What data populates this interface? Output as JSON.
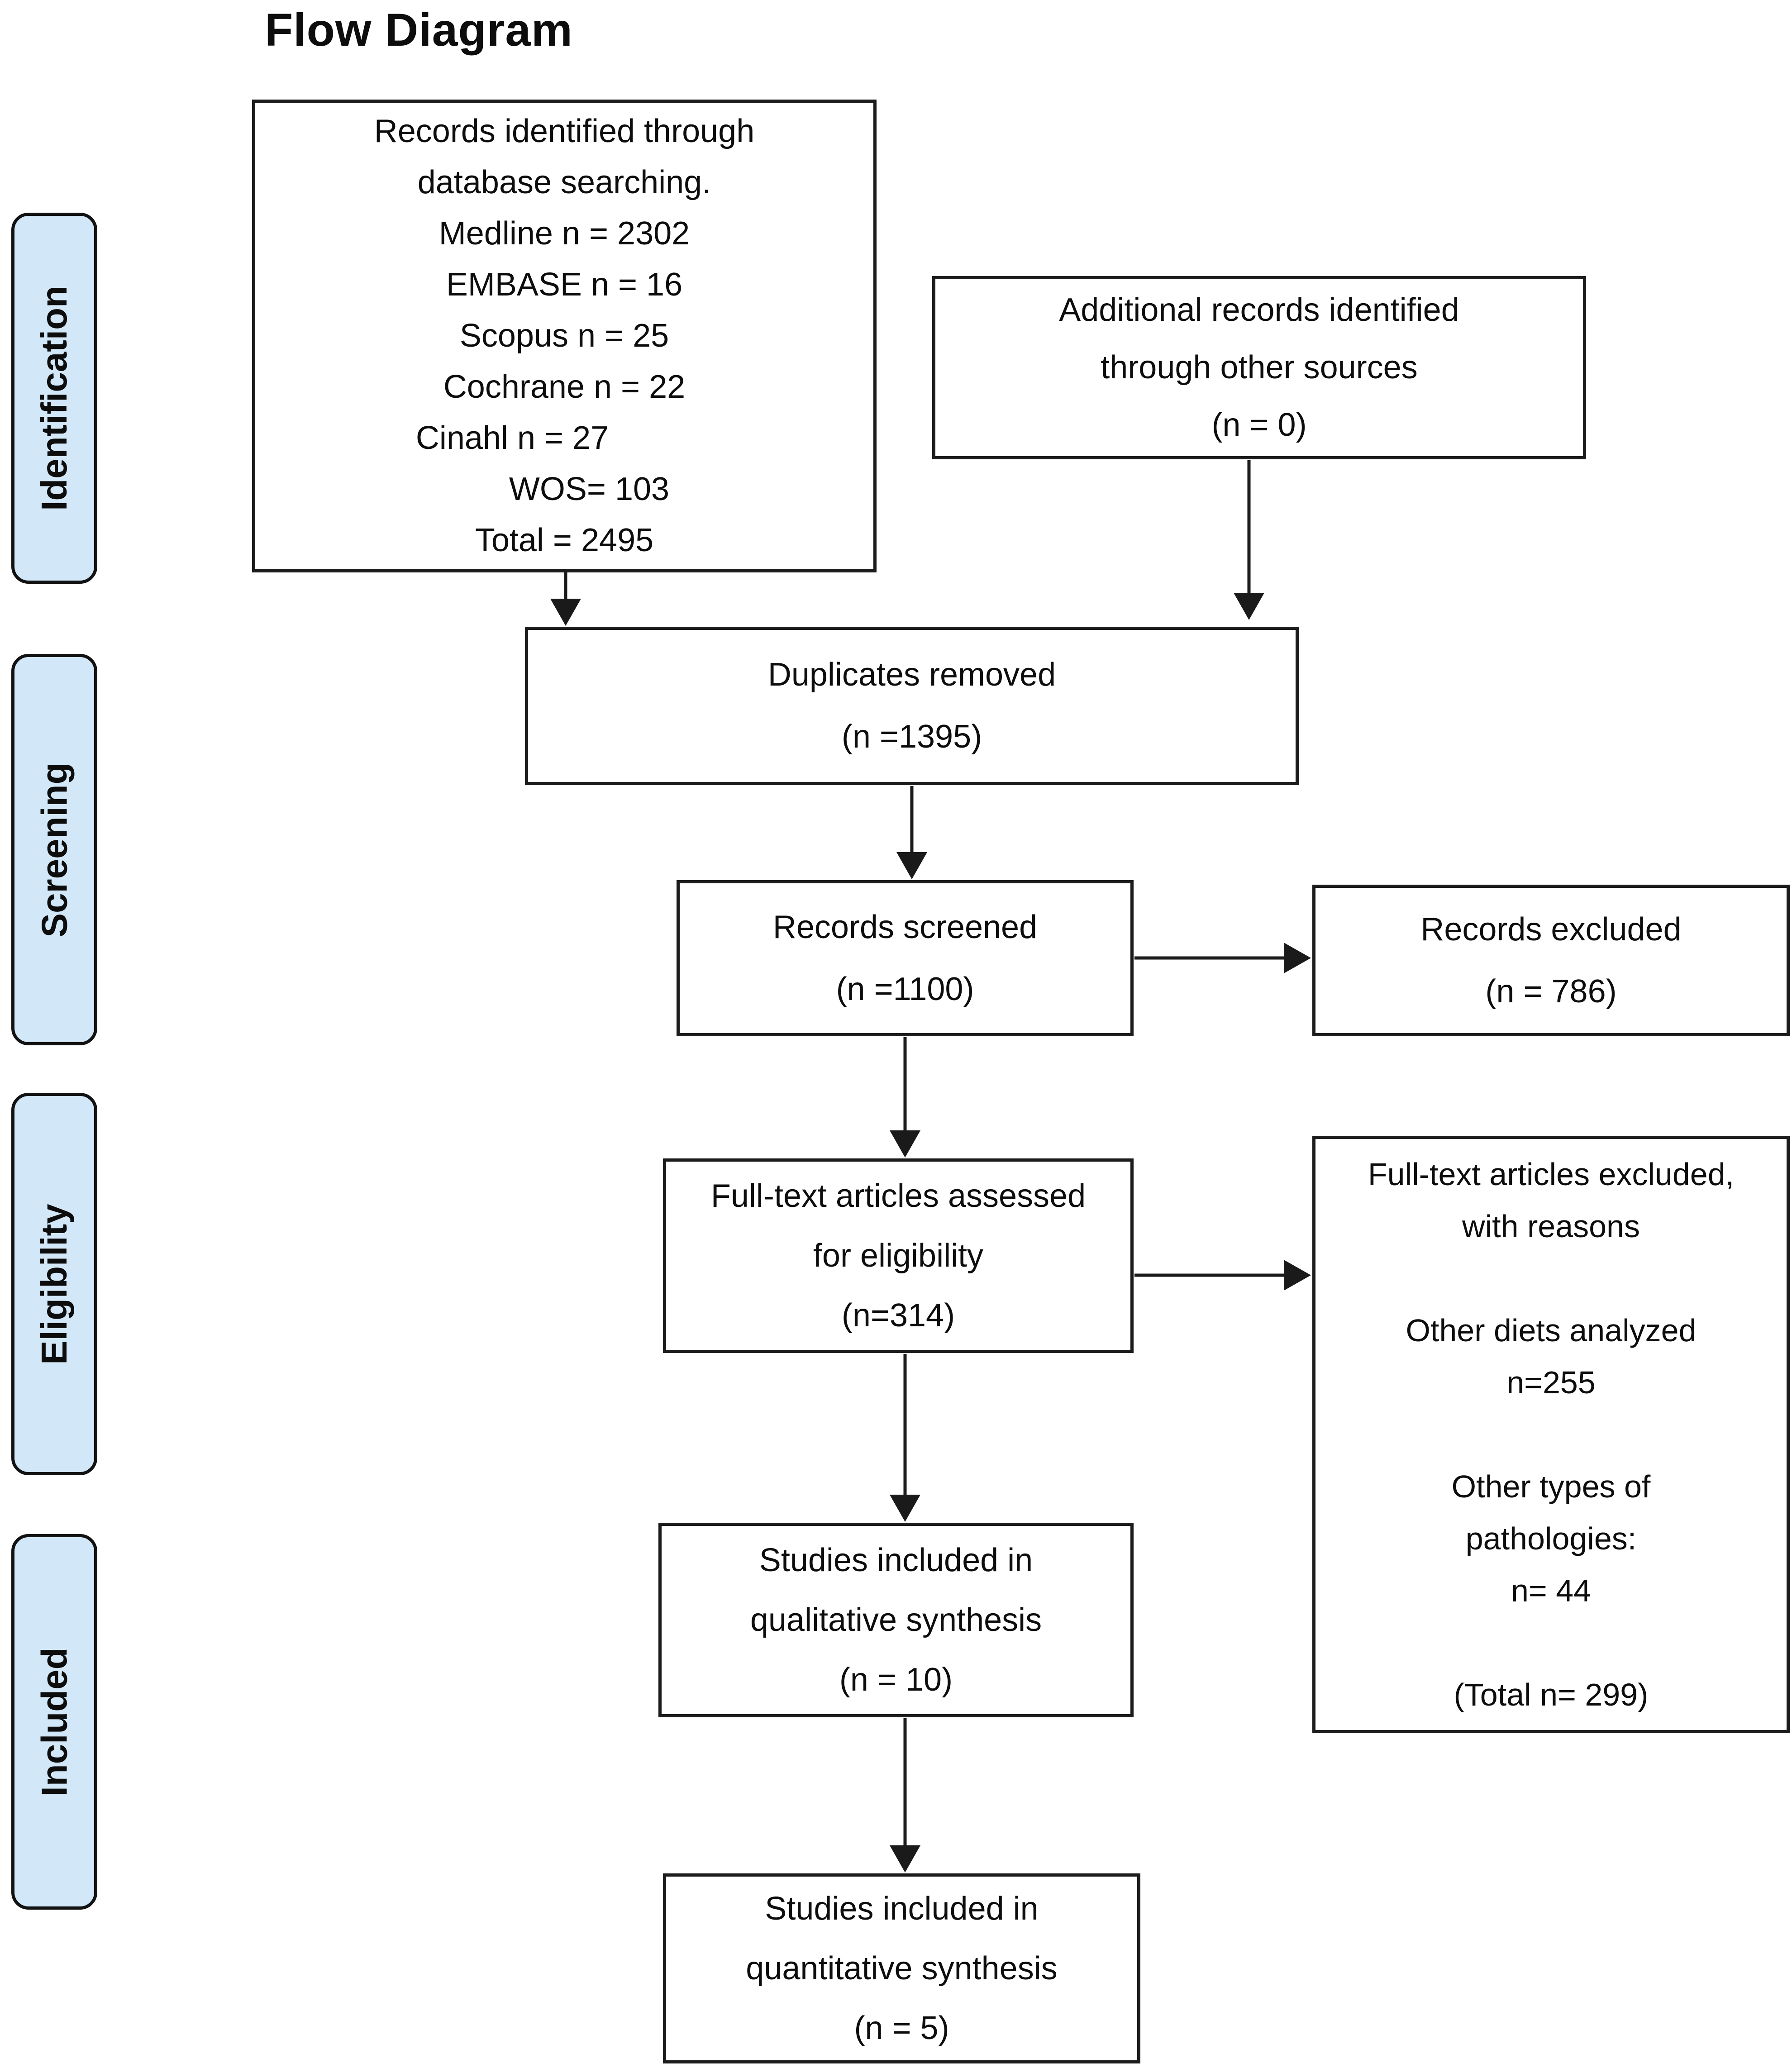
{
  "title": "Flow Diagram",
  "colors": {
    "background": "#ffffff",
    "stage_fill": "#d2e7f7",
    "stage_border": "#121212",
    "box_border": "#1c1c1c",
    "text": "#0d0d0d",
    "arrow": "#1a1a1a"
  },
  "stages": [
    {
      "label": "Identification"
    },
    {
      "label": "Screening"
    },
    {
      "label": "Eligibility"
    },
    {
      "label": "Included"
    }
  ],
  "boxes": {
    "identified": {
      "lines": [
        "Records identified through",
        "database searching.",
        "Medline n = 2302",
        "EMBASE n = 16",
        "Scopus n = 25",
        "Cochrane n = 22",
        "Cinahl n = 27",
        "WOS= 103",
        "Total = 2495"
      ]
    },
    "additional": {
      "lines": [
        "Additional records identified",
        "through other sources",
        "(n = 0)"
      ]
    },
    "duplicates": {
      "lines": [
        "Duplicates removed",
        "(n =1395)"
      ]
    },
    "screened": {
      "lines": [
        "Records screened",
        "(n =1100)"
      ]
    },
    "records_excluded": {
      "lines": [
        "Records excluded",
        "(n = 786)"
      ]
    },
    "fulltext": {
      "lines": [
        "Full-text articles assessed",
        "for eligibility",
        "(n=314)"
      ]
    },
    "fulltext_excluded": {
      "lines": [
        "Full-text articles excluded,",
        "with reasons",
        "",
        "Other diets analyzed",
        "n=255",
        "",
        "Other types of",
        "pathologies:",
        "n= 44",
        "",
        "(Total n= 299)"
      ]
    },
    "qualitative": {
      "lines": [
        "Studies included in",
        "qualitative synthesis",
        "(n = 10)"
      ]
    },
    "quantitative": {
      "lines": [
        "Studies included in",
        "quantitative synthesis",
        "(n = 5)"
      ]
    }
  }
}
